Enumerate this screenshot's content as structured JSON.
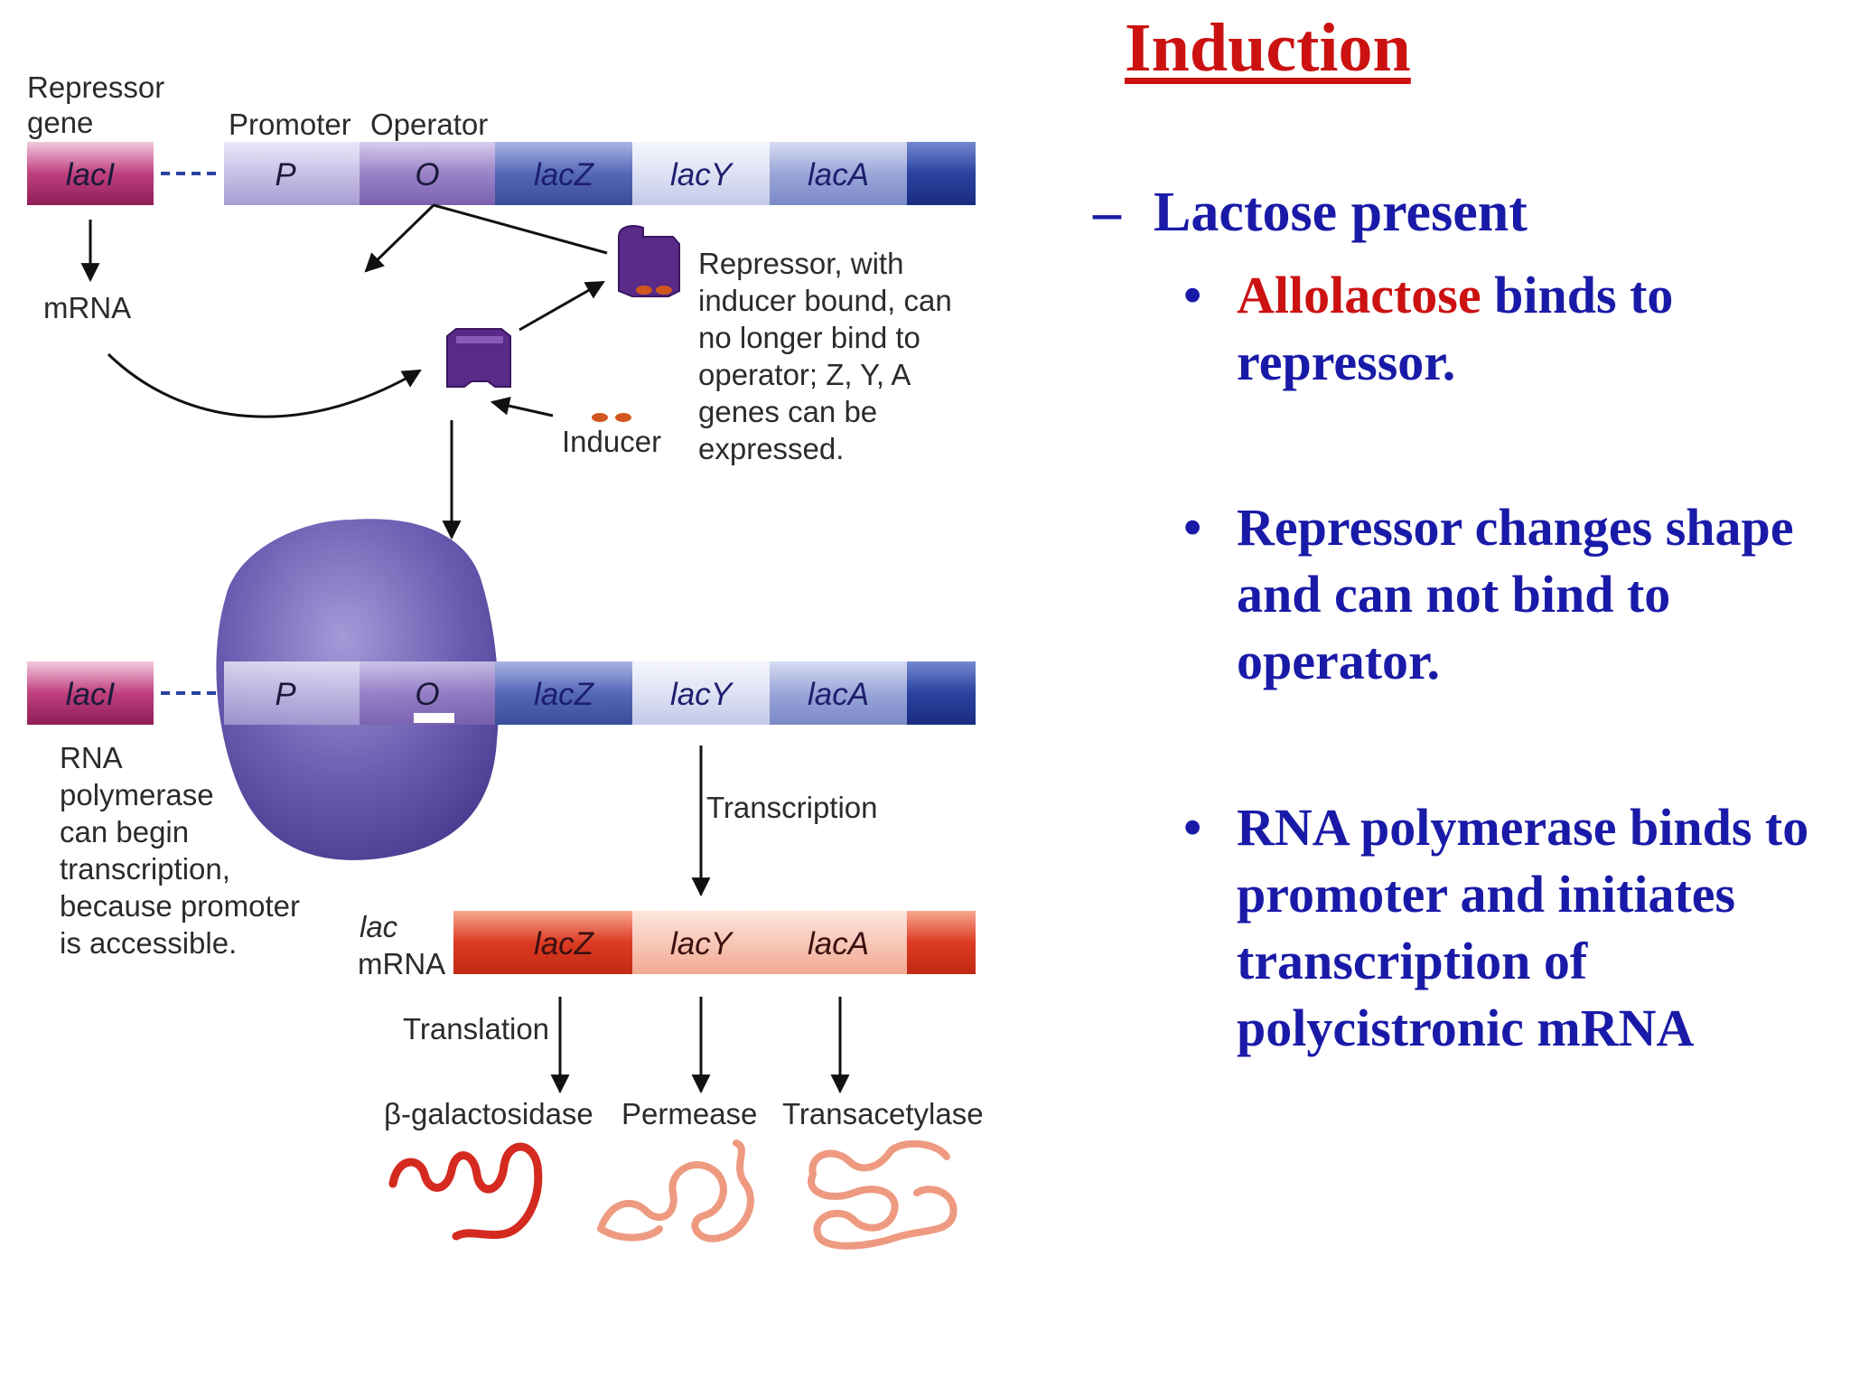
{
  "slide": {
    "title": "Induction",
    "heading": {
      "marker": "–",
      "text": "Lactose present"
    },
    "bullets": [
      {
        "marker": "•",
        "highlight": "Allolactose",
        "text": " binds to repressor."
      },
      {
        "marker": "•",
        "highlight": "",
        "text": "Repressor changes shape and can not bind to operator."
      },
      {
        "marker": "•",
        "highlight": "",
        "text": "RNA polymerase binds to promoter and initiates transcription of polycistronic mRNA"
      }
    ]
  },
  "diagram": {
    "top_labels": {
      "repressor_gene_line1": "Repressor",
      "repressor_gene_line2": "gene",
      "promoter": "Promoter",
      "operator": "Operator",
      "mrna": "mRNA",
      "inducer": "Inducer"
    },
    "genes": {
      "laci": "lacI",
      "p": "P",
      "o": "O",
      "lacz": "lacZ",
      "lacy": "lacY",
      "laca": "lacA"
    },
    "repressor_note": [
      "Repressor, with",
      "inducer bound, can",
      "no longer bind  to",
      "operator; Z, Y, A",
      "genes can be",
      "expressed."
    ],
    "polymerase_note": [
      "RNA",
      "polymerase",
      "can begin",
      "transcription,",
      "because promoter",
      "is accessible."
    ],
    "transcription": "Transcription",
    "translation": "Translation",
    "lac_mrna_line1": "lac",
    "lac_mrna_line2": "mRNA",
    "products": {
      "beta_gal": "β-galactosidase",
      "permease": "Permease",
      "transacetylase": "Transacetylase"
    },
    "colors": {
      "laci": "#c0407f",
      "promoter": "#c8c0e6",
      "operator": "#9a82c8",
      "lacz_dna": "#5568b8",
      "lacy_dna": "#dfe2f4",
      "laca_dna": "#9aa6d8",
      "dna_end": "#2a42a0",
      "mrna_dark": "#dd3a22",
      "mrna_light": "#f8c8b8",
      "repressor": "#5a2a88",
      "polymerase": "#6a5cb0",
      "protein_red": "#d42a20",
      "protein_pink": "#ee9a80"
    }
  }
}
